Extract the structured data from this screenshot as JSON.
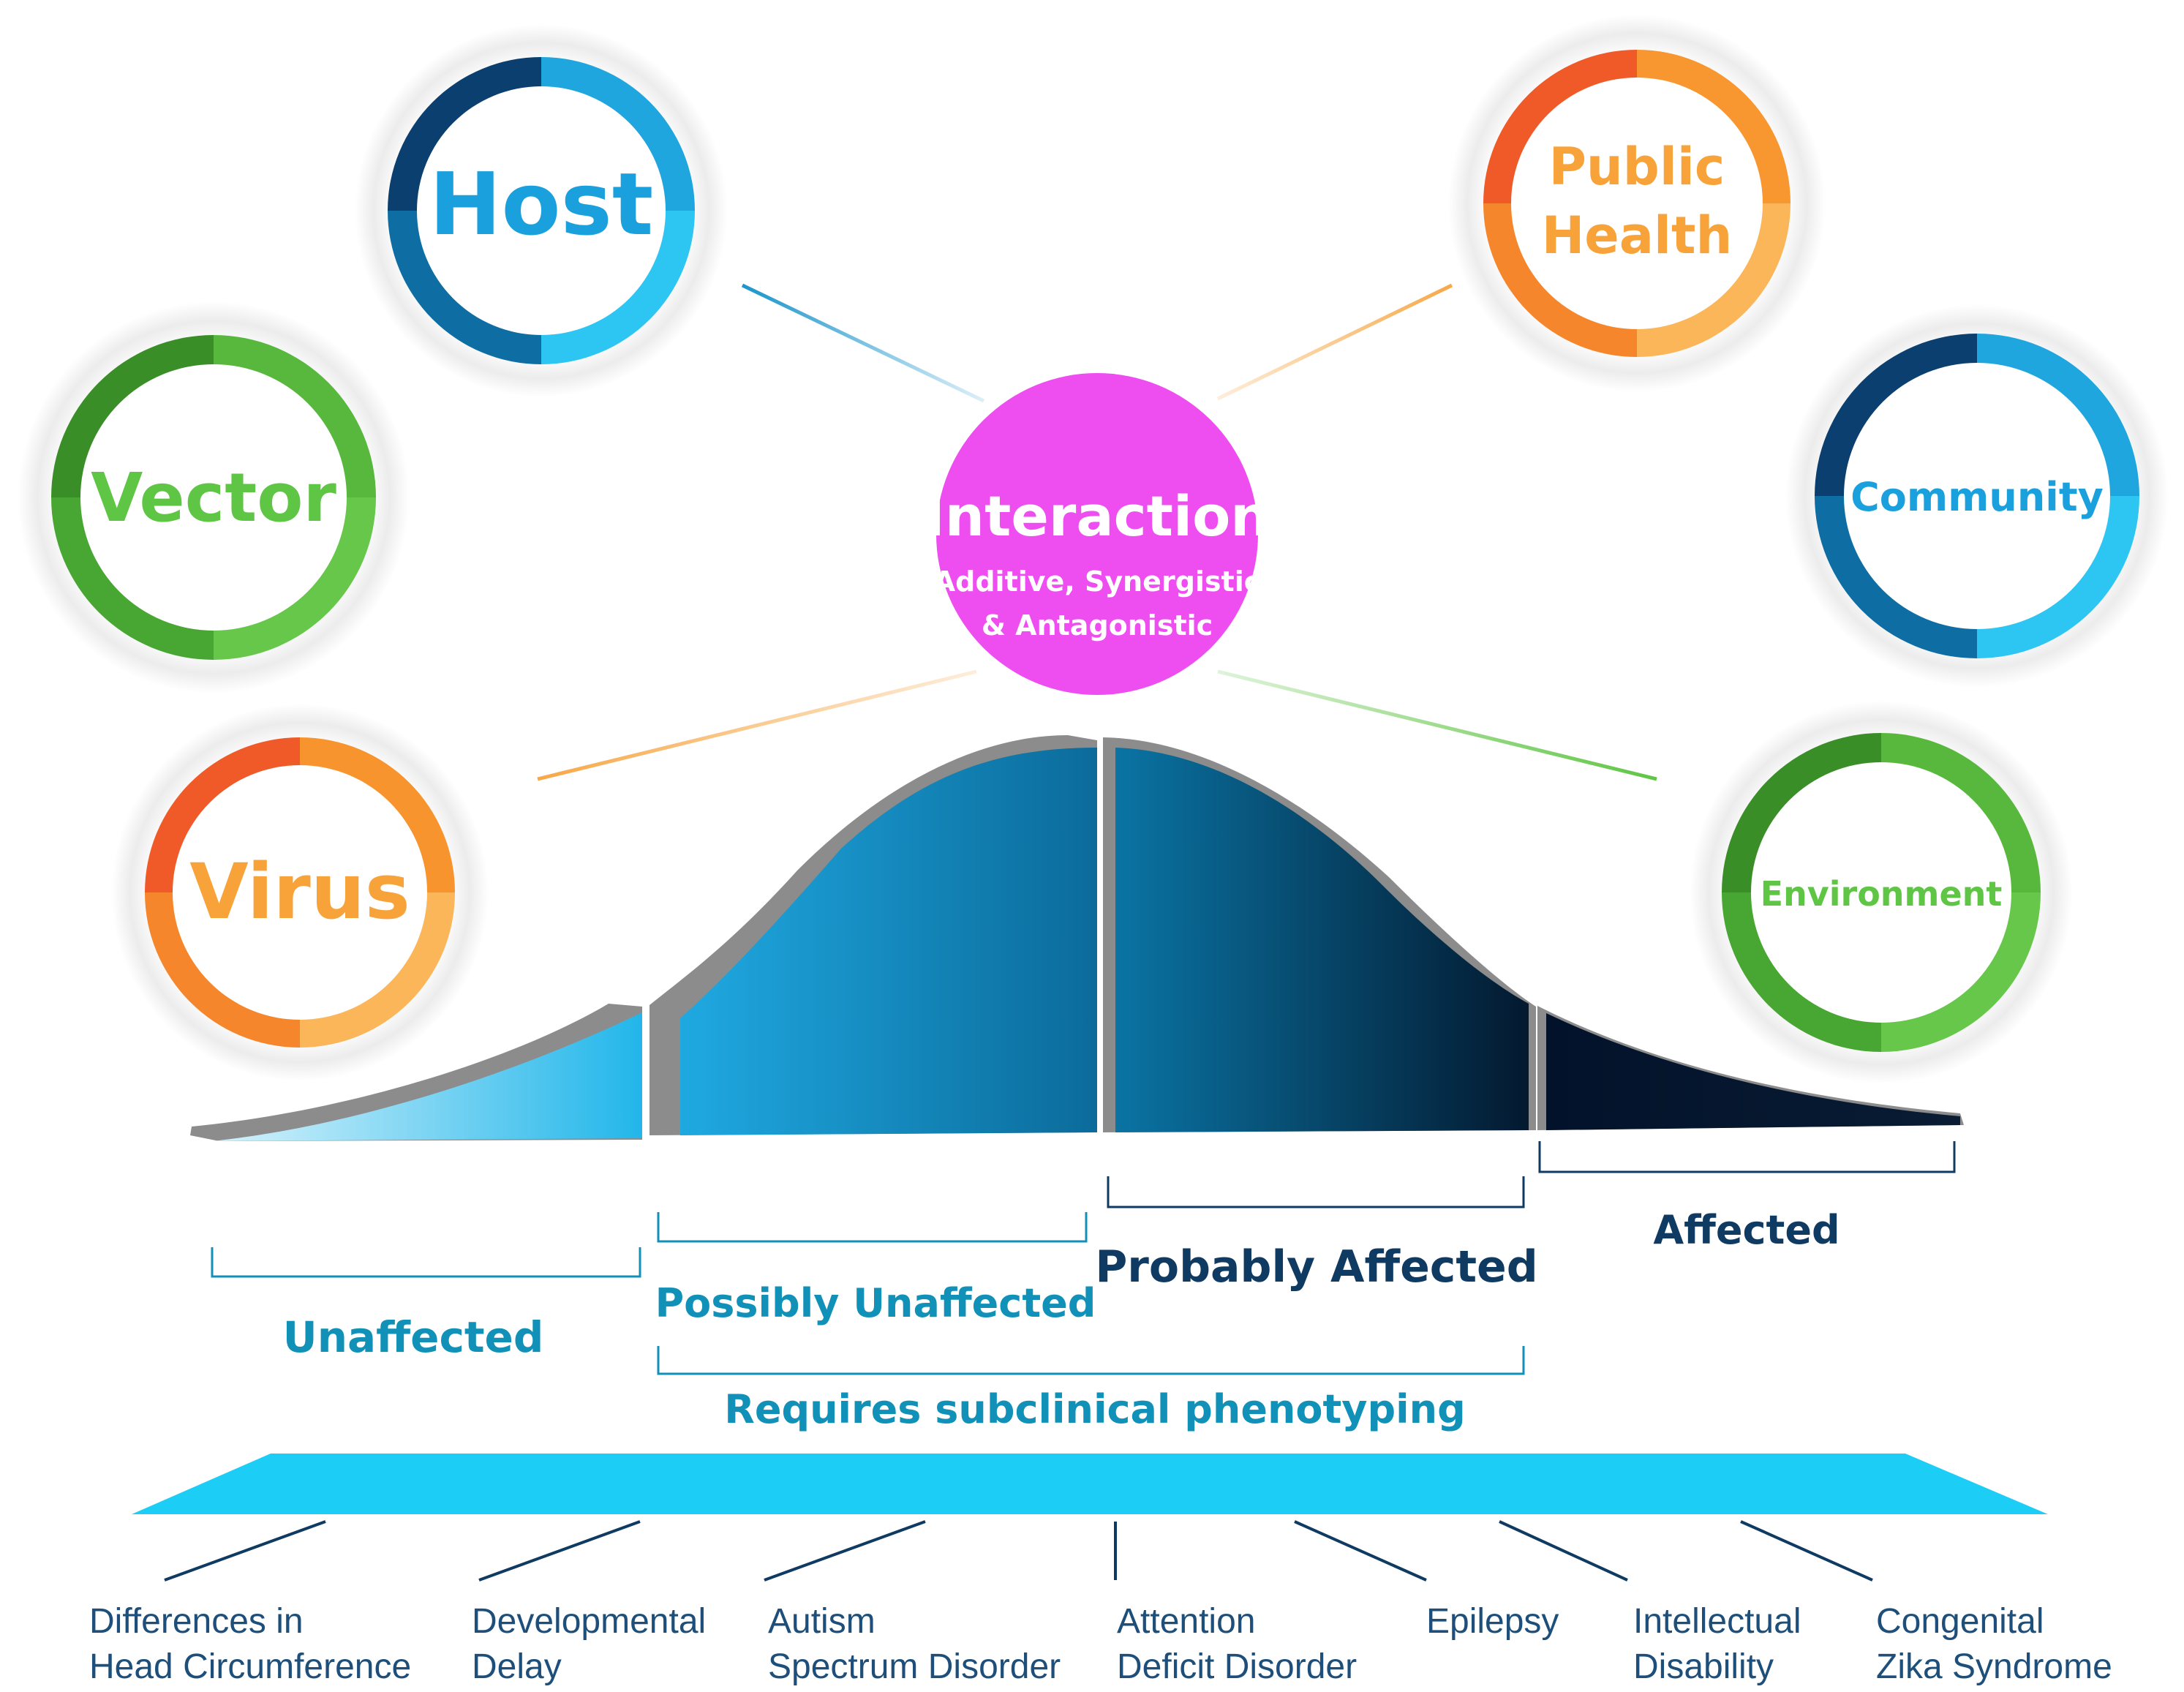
{
  "center": {
    "title": "Interaction",
    "line1": "Additive, Synergistic",
    "line2": "& Antagonistic"
  },
  "factors": {
    "host": "Host",
    "vector": "Vector",
    "virus": "Virus",
    "public_health_line1": "Public",
    "public_health_line2": "Health",
    "community": "Community",
    "environment": "Environment"
  },
  "categories": {
    "unaffected": "Unaffected",
    "possibly_unaffected": "Possibly Unaffected",
    "probably_affected": "Probably Affected",
    "affected": "Affected",
    "subclinical": "Requires subclinical phenotyping"
  },
  "outcomes": [
    {
      "line1": "Differences in",
      "line2": "Head Circumference"
    },
    {
      "line1": "Developmental",
      "line2": "Delay"
    },
    {
      "line1": "Autism",
      "line2": "Spectrum Disorder"
    },
    {
      "line1": "Attention",
      "line2": "Deficit Disorder"
    },
    {
      "line1": "Epilepsy",
      "line2": ""
    },
    {
      "line1": "Intellectual",
      "line2": "Disability"
    },
    {
      "line1": "Congenital",
      "line2": "Zika Syndrome"
    }
  ],
  "colors": {
    "blue_dark": "#0a3a6b",
    "blue_mid": "#1a8cc8",
    "blue_light": "#29c3f0",
    "green_dark": "#3d8f2b",
    "green_light": "#5fc544",
    "orange_dark": "#f05a28",
    "orange_light": "#fcb65a",
    "magenta": "#ee4ef0",
    "cyan_bar": "#1ccdf6",
    "text_navy": "#0f3a62",
    "text_teal": "#1191b8"
  }
}
